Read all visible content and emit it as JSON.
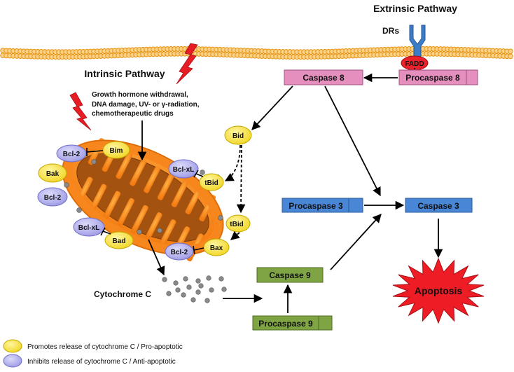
{
  "titles": {
    "extrinsic": "Extrinsic Pathway",
    "intrinsic": "Intrinsic Pathway"
  },
  "receptor": {
    "drs": "DRs",
    "fadd": "FADD"
  },
  "stimuli": {
    "line1": "Growth hormone withdrawal,",
    "line2": "DNA damage, UV- or γ-radiation,",
    "line3": "chemotherapeutic drugs"
  },
  "caspases": {
    "caspase8": "Caspase 8",
    "procaspase8": "Procaspase 8",
    "procaspase3": "Procaspase 3",
    "caspase3": "Caspase 3",
    "caspase9": "Caspase 9",
    "procaspase9": "Procaspase 9"
  },
  "proteins": {
    "bid": "Bid",
    "tbid_upper": "tBid",
    "tbid_lower": "tBid",
    "bim": "Bim",
    "bcl2_top": "Bcl-2",
    "bak": "Bak",
    "bcl2_left": "Bcl-2",
    "bclxl_left": "Bcl-xL",
    "bad": "Bad",
    "bclxl_right": "Bcl-xL",
    "bax": "Bax",
    "bcl2_bottom": "Bcl-2"
  },
  "cytochrome": "Cytochrome C",
  "apoptosis": "Apoptosis",
  "legend": {
    "pro": "Promotes release of cytochrome C / Pro-apoptotic",
    "anti": "Inhibits release of cytochrome C / Anti-apoptotic"
  },
  "colors": {
    "membrane": "#f5a623",
    "receptor": "#3d7cc9",
    "fadd": "#e8212b",
    "caspase8": "#e58fbf",
    "caspase3": "#4a86d6",
    "caspase9": "#7fa444",
    "pro_apoptotic": "#f4e04d",
    "anti_apoptotic": "#b3b0ec",
    "mito_outer": "#f7861c",
    "mito_inner": "#a45210",
    "apoptosis": "#ee1c24",
    "lightning": "#e81c24"
  }
}
